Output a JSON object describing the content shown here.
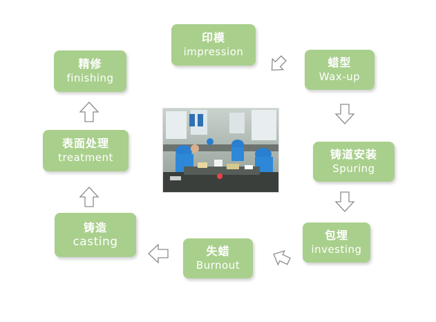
{
  "steps": {
    "impression": {
      "zh": "印模",
      "en": "impression"
    },
    "waxup": {
      "zh": "蜡型",
      "en": "Wax-up"
    },
    "spuring": {
      "zh": "铸道安装",
      "en": "Spuring"
    },
    "investing": {
      "zh": "包埋",
      "en": "investing"
    },
    "burnout": {
      "zh": "失蜡",
      "en": "Burnout"
    },
    "casting": {
      "zh": "铸造",
      "en": "casting"
    },
    "treatment": {
      "zh": "表面处理",
      "en": "treatment"
    },
    "finishing": {
      "zh": "精修",
      "en": "finishing"
    }
  },
  "colors": {
    "box_fill": "#a9cf8c",
    "box_text": "#ffffff",
    "arrow_stroke": "#8a8a8a"
  },
  "icons": {
    "arrow": "hollow-block-arrow",
    "photo": "dental-lab-workers-photo"
  }
}
